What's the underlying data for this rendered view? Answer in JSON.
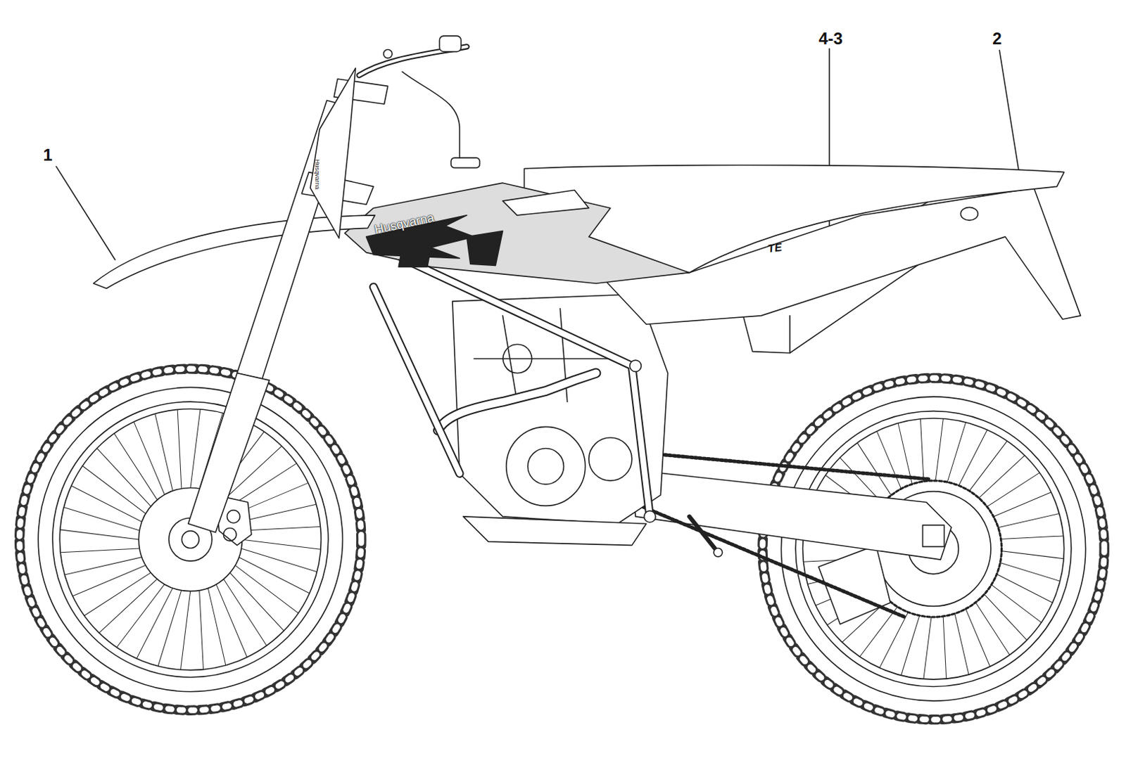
{
  "diagram": {
    "labels": [
      "1",
      "4-3",
      "2",
      "Husqvarna",
      "Husqvarna",
      "TE"
    ]
  }
}
